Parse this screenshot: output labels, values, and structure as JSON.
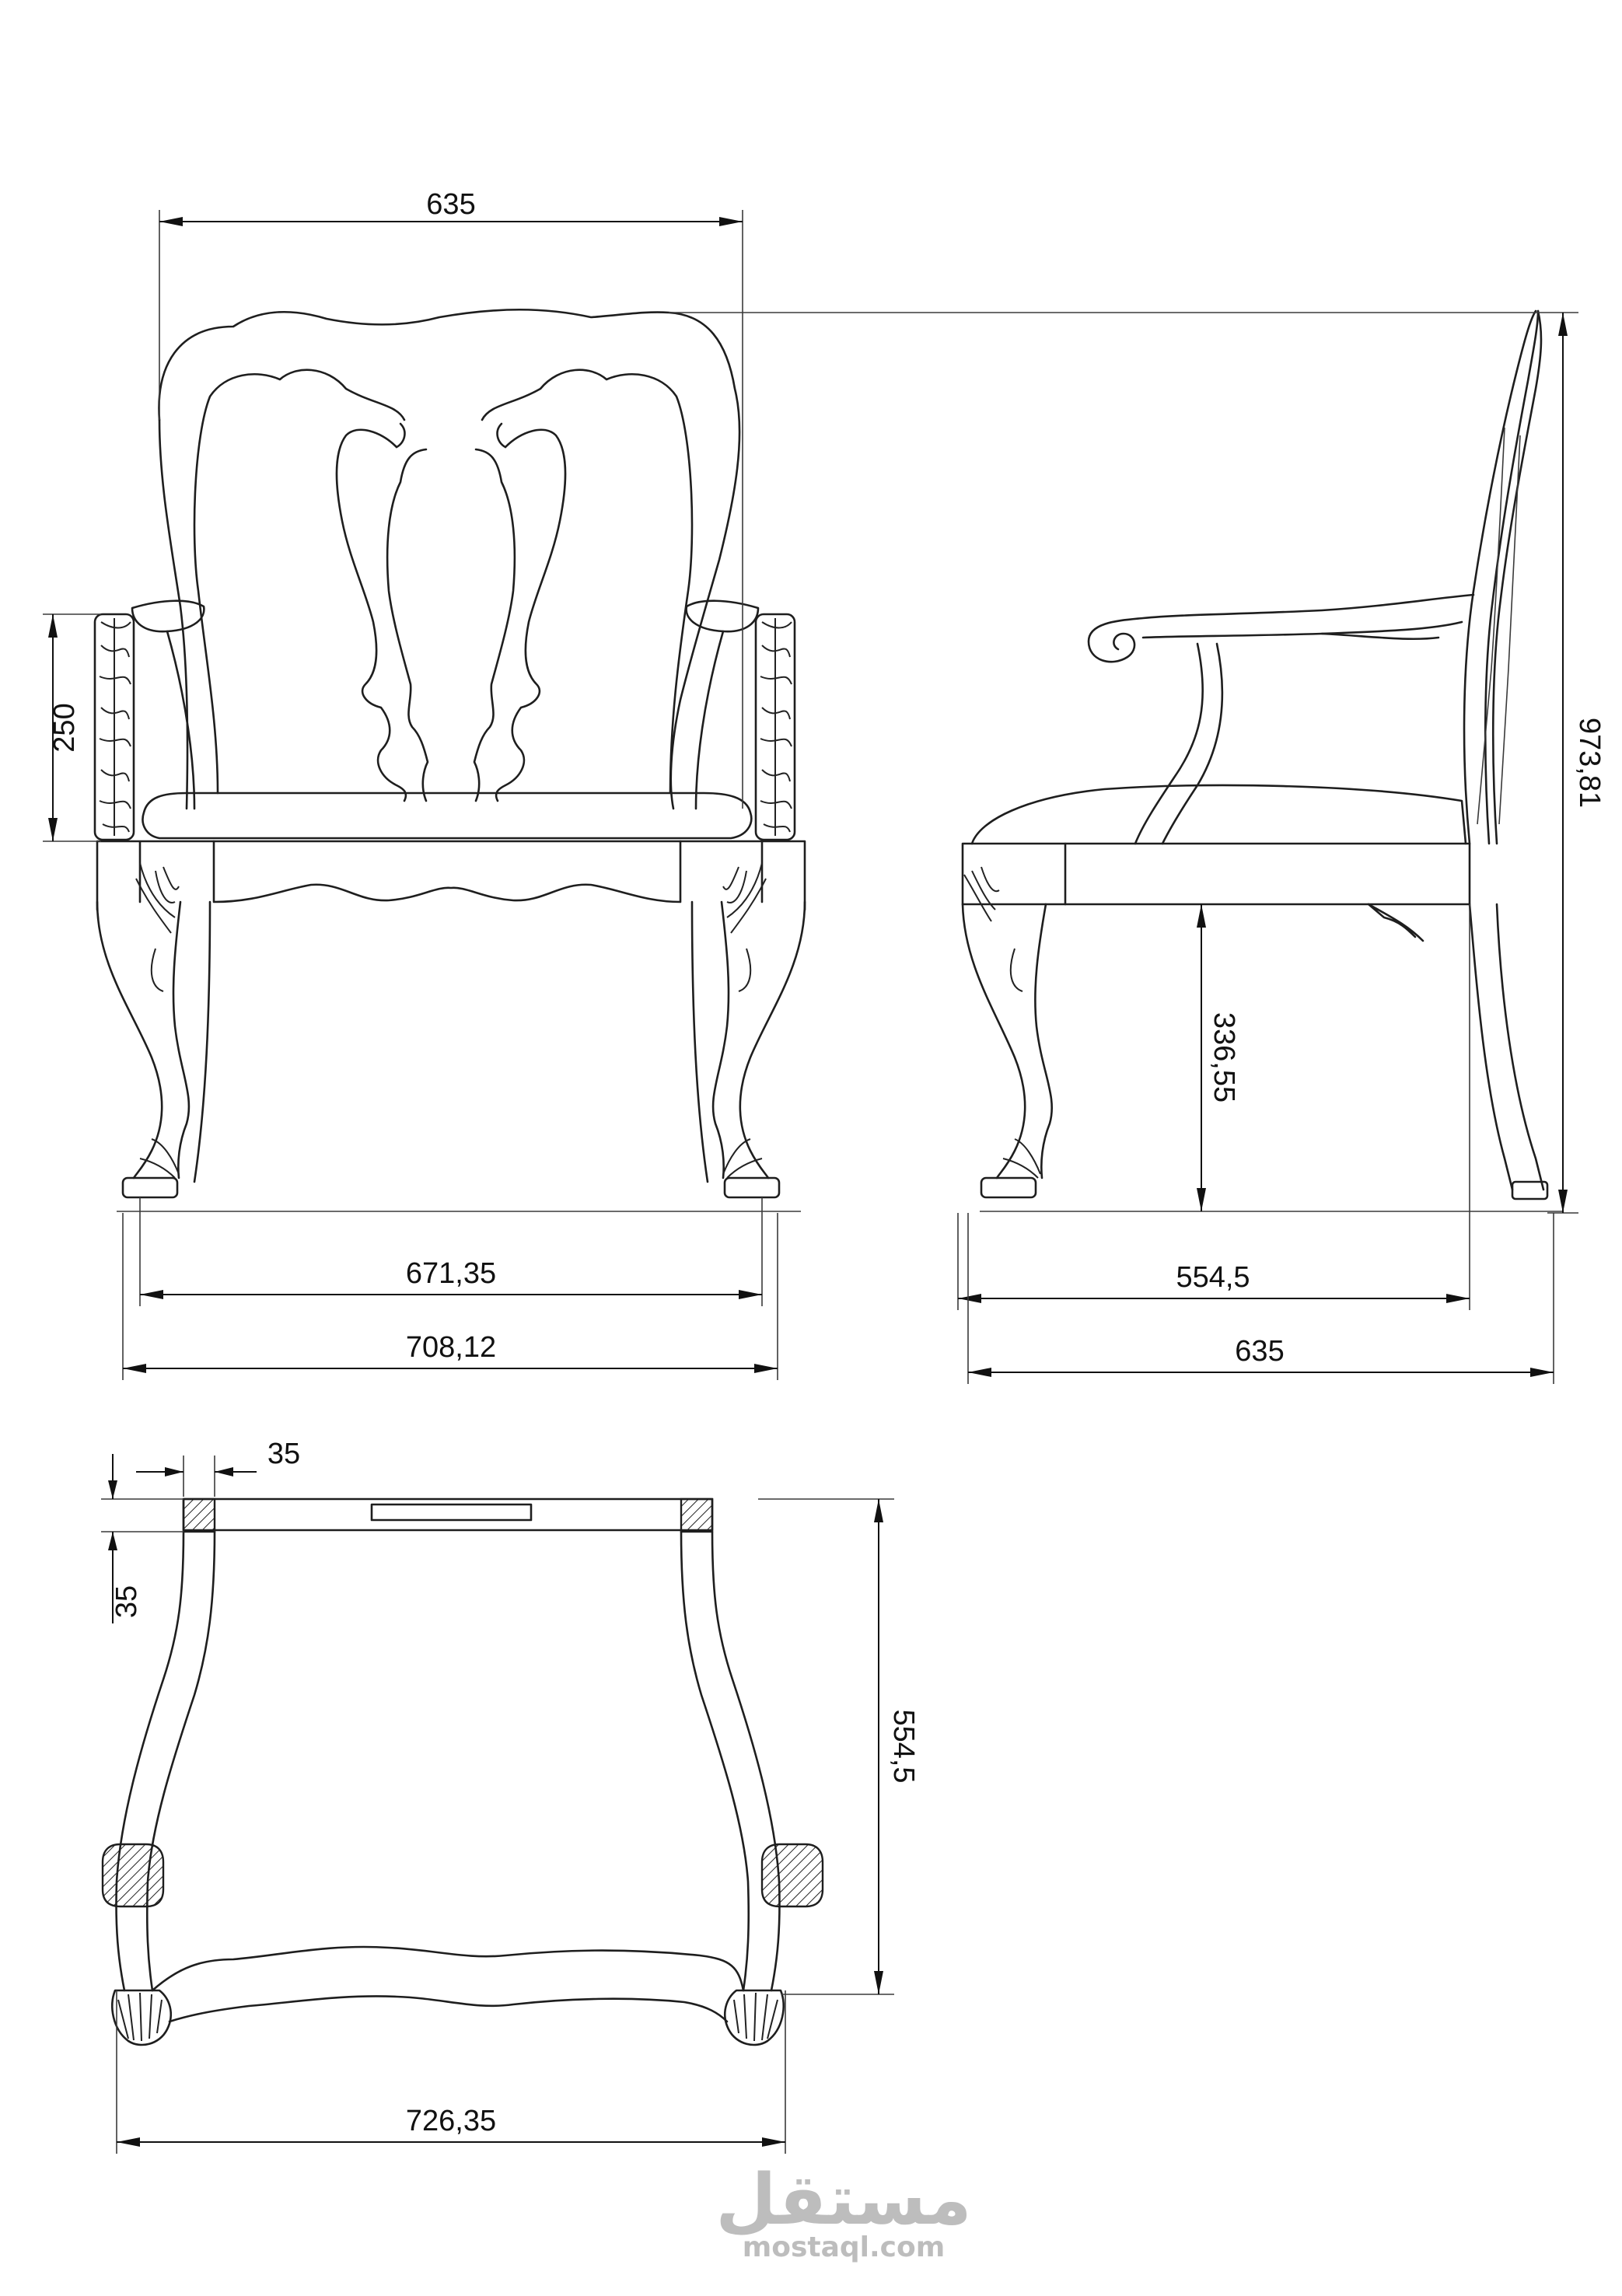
{
  "dimensions": {
    "front_top_width": "635",
    "front_arm_height": "250",
    "front_inner_width": "671,35",
    "front_outer_width": "708,12",
    "side_total_height": "973,81",
    "side_seat_height": "336,55",
    "side_inner_depth": "554,5",
    "side_outer_depth": "635",
    "plan_member_width": "35",
    "plan_member_depth": "35",
    "plan_depth": "554,5",
    "plan_width": "726,35"
  },
  "watermark": {
    "brand_arabic": "مستقل",
    "brand_latin": "mostaql.com"
  }
}
